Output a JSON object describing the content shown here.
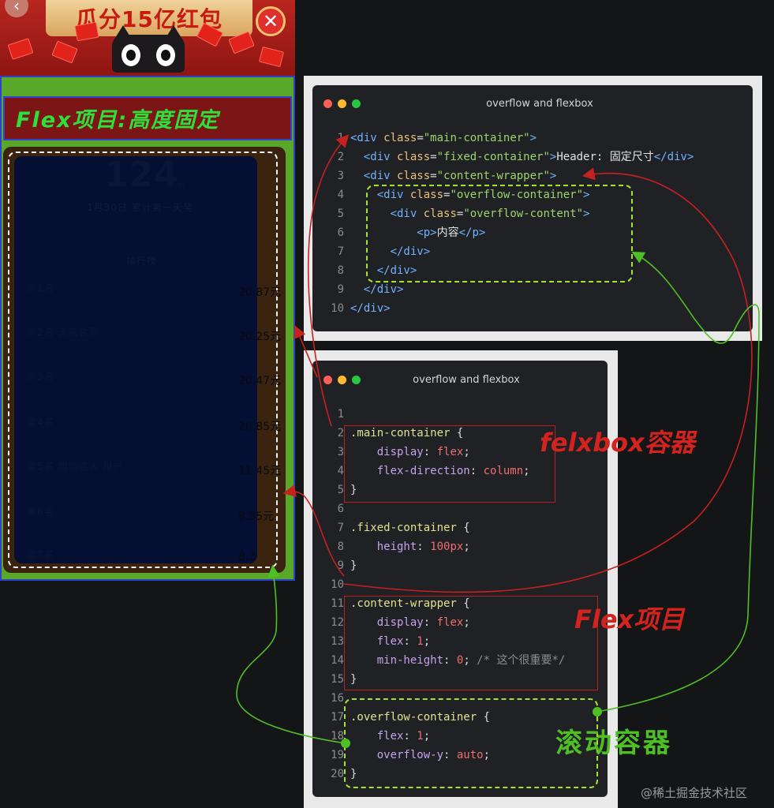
{
  "phone": {
    "banner_text": "瓜分15亿红包",
    "back_icon": "‹",
    "close_icon": "✕",
    "header_label": "Flex项目:高度固定",
    "big_number": "124",
    "big_unit": "万",
    "sub_line": "1月30日 累计第一天奖",
    "mid_line": "排行榜",
    "rows": [
      {
        "label": "第1名",
        "amount": "20.87元"
      },
      {
        "label": "第2名 天猫会员",
        "amount": "20.25元"
      },
      {
        "label": "第3名",
        "amount": "20.47元"
      },
      {
        "label": "第4名",
        "amount": "20.85元"
      },
      {
        "label": "第5名 购物达人 用户",
        "amount": "11.45元"
      },
      {
        "label": "第6名",
        "amount": "8.35元"
      },
      {
        "label": "第7名",
        "amount": "8.3"
      }
    ],
    "colors": {
      "main_green": "#5aa829",
      "header_red": "#7c1616",
      "panel_navy": "#050e33"
    }
  },
  "window_html": {
    "title": "overflow and flexbox",
    "line_numbers": [
      "1",
      "2",
      "3",
      "4",
      "5",
      "6",
      "7",
      "8",
      "9",
      "10"
    ],
    "lines": [
      [
        {
          "t": "tag",
          "v": "<div "
        },
        {
          "t": "attr",
          "v": "class"
        },
        {
          "t": "pun",
          "v": "="
        },
        {
          "t": "str",
          "v": "\"main-container\""
        },
        {
          "t": "tag",
          "v": ">"
        }
      ],
      [
        {
          "t": "txt",
          "v": "  "
        },
        {
          "t": "tag",
          "v": "<div "
        },
        {
          "t": "attr",
          "v": "class"
        },
        {
          "t": "pun",
          "v": "="
        },
        {
          "t": "str",
          "v": "\"fixed-container\""
        },
        {
          "t": "tag",
          "v": ">"
        },
        {
          "t": "txt",
          "v": "Header: 固定尺寸"
        },
        {
          "t": "tag",
          "v": "</div>"
        }
      ],
      [
        {
          "t": "txt",
          "v": "  "
        },
        {
          "t": "tag",
          "v": "<div "
        },
        {
          "t": "attr",
          "v": "class"
        },
        {
          "t": "pun",
          "v": "="
        },
        {
          "t": "str",
          "v": "\"content-wrapper\""
        },
        {
          "t": "tag",
          "v": ">"
        }
      ],
      [
        {
          "t": "txt",
          "v": "    "
        },
        {
          "t": "tag",
          "v": "<div "
        },
        {
          "t": "attr",
          "v": "class"
        },
        {
          "t": "pun",
          "v": "="
        },
        {
          "t": "str",
          "v": "\"overflow-container\""
        },
        {
          "t": "tag",
          "v": ">"
        }
      ],
      [
        {
          "t": "txt",
          "v": "      "
        },
        {
          "t": "tag",
          "v": "<div "
        },
        {
          "t": "attr",
          "v": "class"
        },
        {
          "t": "pun",
          "v": "="
        },
        {
          "t": "str",
          "v": "\"overflow-content\""
        },
        {
          "t": "tag",
          "v": ">"
        }
      ],
      [
        {
          "t": "txt",
          "v": "          "
        },
        {
          "t": "tag",
          "v": "<p>"
        },
        {
          "t": "txt",
          "v": "内容"
        },
        {
          "t": "tag",
          "v": "</p>"
        }
      ],
      [
        {
          "t": "txt",
          "v": "      "
        },
        {
          "t": "tag",
          "v": "</div>"
        }
      ],
      [
        {
          "t": "txt",
          "v": "    "
        },
        {
          "t": "tag",
          "v": "</div>"
        }
      ],
      [
        {
          "t": "txt",
          "v": "  "
        },
        {
          "t": "tag",
          "v": "</div>"
        }
      ],
      [
        {
          "t": "tag",
          "v": "</div>"
        }
      ]
    ]
  },
  "window_css": {
    "title": "overflow and flexbox",
    "line_numbers": [
      "1",
      "2",
      "3",
      "4",
      "5",
      "6",
      "7",
      "8",
      "9",
      "10",
      "11",
      "12",
      "13",
      "14",
      "15",
      "16",
      "17",
      "18",
      "19",
      "20"
    ],
    "lines": [
      [],
      [
        {
          "t": "sel",
          "v": ".main-container"
        },
        {
          "t": "pun",
          "v": " {"
        }
      ],
      [
        {
          "t": "txt",
          "v": "    "
        },
        {
          "t": "prop",
          "v": "display"
        },
        {
          "t": "pun",
          "v": ": "
        },
        {
          "t": "val",
          "v": "flex"
        },
        {
          "t": "pun",
          "v": ";"
        }
      ],
      [
        {
          "t": "txt",
          "v": "    "
        },
        {
          "t": "prop",
          "v": "flex-direction"
        },
        {
          "t": "pun",
          "v": ": "
        },
        {
          "t": "val",
          "v": "column"
        },
        {
          "t": "pun",
          "v": ";"
        }
      ],
      [
        {
          "t": "pun",
          "v": "}"
        }
      ],
      [],
      [
        {
          "t": "sel",
          "v": ".fixed-container"
        },
        {
          "t": "pun",
          "v": " {"
        }
      ],
      [
        {
          "t": "txt",
          "v": "    "
        },
        {
          "t": "prop",
          "v": "height"
        },
        {
          "t": "pun",
          "v": ": "
        },
        {
          "t": "val",
          "v": "100px"
        },
        {
          "t": "pun",
          "v": ";"
        }
      ],
      [
        {
          "t": "pun",
          "v": "}"
        }
      ],
      [],
      [
        {
          "t": "sel",
          "v": ".content-wrapper"
        },
        {
          "t": "pun",
          "v": " {"
        }
      ],
      [
        {
          "t": "txt",
          "v": "    "
        },
        {
          "t": "prop",
          "v": "display"
        },
        {
          "t": "pun",
          "v": ": "
        },
        {
          "t": "val",
          "v": "flex"
        },
        {
          "t": "pun",
          "v": ";"
        }
      ],
      [
        {
          "t": "txt",
          "v": "    "
        },
        {
          "t": "prop",
          "v": "flex"
        },
        {
          "t": "pun",
          "v": ": "
        },
        {
          "t": "val",
          "v": "1"
        },
        {
          "t": "pun",
          "v": ";"
        }
      ],
      [
        {
          "t": "txt",
          "v": "    "
        },
        {
          "t": "prop",
          "v": "min-height"
        },
        {
          "t": "pun",
          "v": ": "
        },
        {
          "t": "val",
          "v": "0"
        },
        {
          "t": "pun",
          "v": "; "
        },
        {
          "t": "com",
          "v": "/* 这个很重要*/"
        }
      ],
      [
        {
          "t": "pun",
          "v": "}"
        }
      ],
      [],
      [
        {
          "t": "sel",
          "v": ".overflow-container"
        },
        {
          "t": "pun",
          "v": " {"
        }
      ],
      [
        {
          "t": "txt",
          "v": "    "
        },
        {
          "t": "prop",
          "v": "flex"
        },
        {
          "t": "pun",
          "v": ": "
        },
        {
          "t": "val",
          "v": "1"
        },
        {
          "t": "pun",
          "v": ";"
        }
      ],
      [
        {
          "t": "txt",
          "v": "    "
        },
        {
          "t": "prop",
          "v": "overflow-y"
        },
        {
          "t": "pun",
          "v": ": "
        },
        {
          "t": "val",
          "v": "auto"
        },
        {
          "t": "pun",
          "v": ";"
        }
      ],
      [
        {
          "t": "pun",
          "v": "}"
        }
      ]
    ]
  },
  "annotations": {
    "flexbox_container": {
      "text": "felxbox容器",
      "color": "#d2231e"
    },
    "flex_item": {
      "text": "Flex项目",
      "color": "#d2231e"
    },
    "scroll_container": {
      "text": "滚动容器",
      "color": "#4fbf26"
    }
  },
  "watermark": "@稀土掘金技术社区",
  "colors": {
    "arrow_red": "#c62121",
    "arrow_green": "#4fbf26",
    "dash_green": "#a6e22e"
  }
}
